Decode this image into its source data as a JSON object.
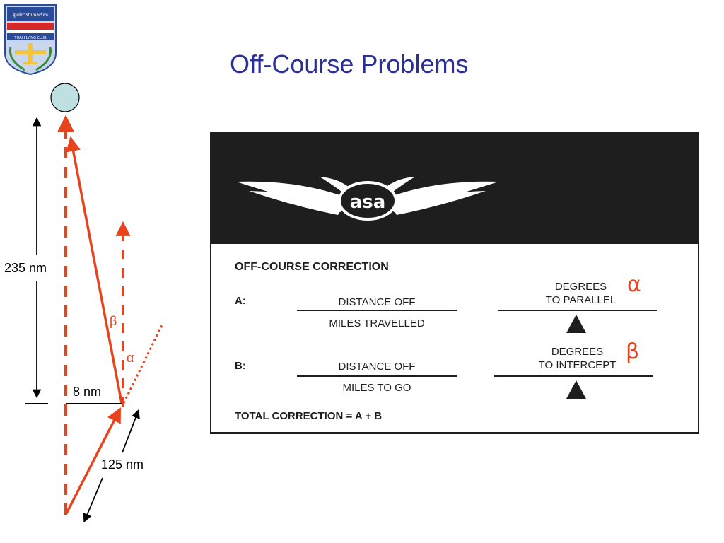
{
  "slide": {
    "title": "Off-Course Problems",
    "logo": {
      "name": "thai-flying-club-logo",
      "text_top": "ศูนย์การบินพลเรือน",
      "text_band": "THAI FLYING CLUB"
    }
  },
  "diagram": {
    "label_total": "235 nm",
    "label_off": "8 nm",
    "label_travelled": "125 nm",
    "label_beta": "β",
    "label_alpha": "α",
    "colors": {
      "course": "#e8431c",
      "measure": "#000000",
      "destination": "#bfe0e0"
    }
  },
  "card": {
    "brand": "asa",
    "heading": "OFF-COURSE CORRECTION",
    "row_a": {
      "label": "A:",
      "numerator": "DISTANCE OFF",
      "denominator": "MILES TRAVELLED",
      "degrees_line1": "DEGREES",
      "degrees_line2": "TO PARALLEL",
      "greek": "α"
    },
    "row_b": {
      "label": "B:",
      "numerator": "DISTANCE OFF",
      "denominator": "MILES TO GO",
      "degrees_line1": "DEGREES",
      "degrees_line2": "TO INTERCEPT",
      "greek": "β"
    },
    "total": "TOTAL CORRECTION = A + B"
  }
}
